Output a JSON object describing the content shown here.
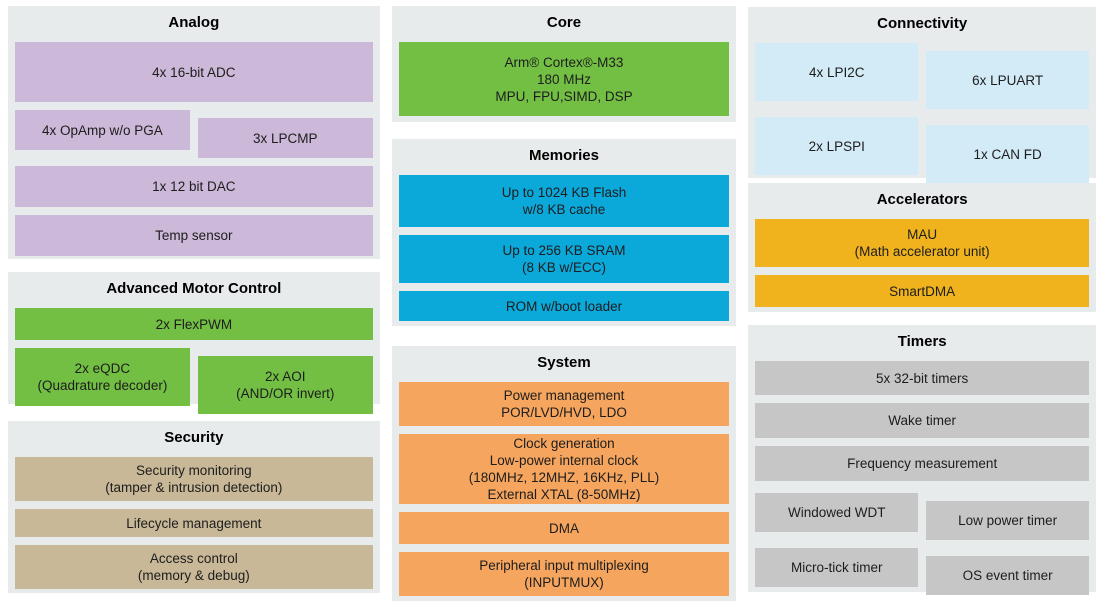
{
  "colors": {
    "panel_bg": "#e7ebec",
    "analog": "#ccb8d8",
    "motor": "#72bf44",
    "security": "#c8b897",
    "core": "#72bf44",
    "memories": "#0ba8da",
    "system": "#f6a55e",
    "connectivity": "#d3eaf7",
    "accelerators": "#f0b31e",
    "timers": "#c6c6c6"
  },
  "sections": {
    "analog": {
      "title": "Analog",
      "adc": "4x 16-bit ADC",
      "opamp": "4x OpAmp w/o PGA",
      "lpcmp": "3x LPCMP",
      "dac": "1x 12 bit DAC",
      "temp": "Temp sensor"
    },
    "motor": {
      "title": "Advanced Motor Control",
      "flexpwm": "2x FlexPWM",
      "eqdc_1": "2x eQDC",
      "eqdc_2": "(Quadrature decoder)",
      "aoi_1": "2x AOI",
      "aoi_2": "(AND/OR invert)"
    },
    "security": {
      "title": "Security",
      "monitoring_1": "Security monitoring",
      "monitoring_2": "(tamper & intrusion detection)",
      "lifecycle": "Lifecycle management",
      "access_1": "Access control",
      "access_2": "(memory & debug)"
    },
    "core": {
      "title": "Core",
      "cpu_1": "Arm® Cortex®-M33",
      "cpu_2": "180 MHz",
      "cpu_3": "MPU, FPU,SIMD, DSP"
    },
    "memories": {
      "title": "Memories",
      "flash_1": "Up to 1024 KB Flash",
      "flash_2": "w/8 KB cache",
      "sram_1": "Up to 256 KB SRAM",
      "sram_2": "(8 KB w/ECC)",
      "rom": "ROM w/boot loader"
    },
    "system": {
      "title": "System",
      "power_1": "Power management",
      "power_2": "POR/LVD/HVD, LDO",
      "clock_1": "Clock generation",
      "clock_2": "Low-power internal clock",
      "clock_3": "(180MHz, 12MHZ, 16KHz, PLL)",
      "clock_4": "External XTAL (8-50MHz)",
      "dma": "DMA",
      "inputmux_1": "Peripheral input multiplexing",
      "inputmux_2": "(INPUTMUX)"
    },
    "connectivity": {
      "title": "Connectivity",
      "lpi2c": "4x LPI2C",
      "lpuart": "6x LPUART",
      "lpspi": "2x LPSPI",
      "canfd": "1x CAN FD"
    },
    "accelerators": {
      "title": "Accelerators",
      "mau_1": "MAU",
      "mau_2": "(Math accelerator unit)",
      "smartdma": "SmartDMA"
    },
    "timers": {
      "title": "Timers",
      "t32": "5x 32-bit timers",
      "wake": "Wake timer",
      "freq": "Frequency measurement",
      "wwdt": "Windowed WDT",
      "lptimer": "Low power timer",
      "utick": "Micro-tick timer",
      "ostimer": "OS event timer"
    }
  }
}
